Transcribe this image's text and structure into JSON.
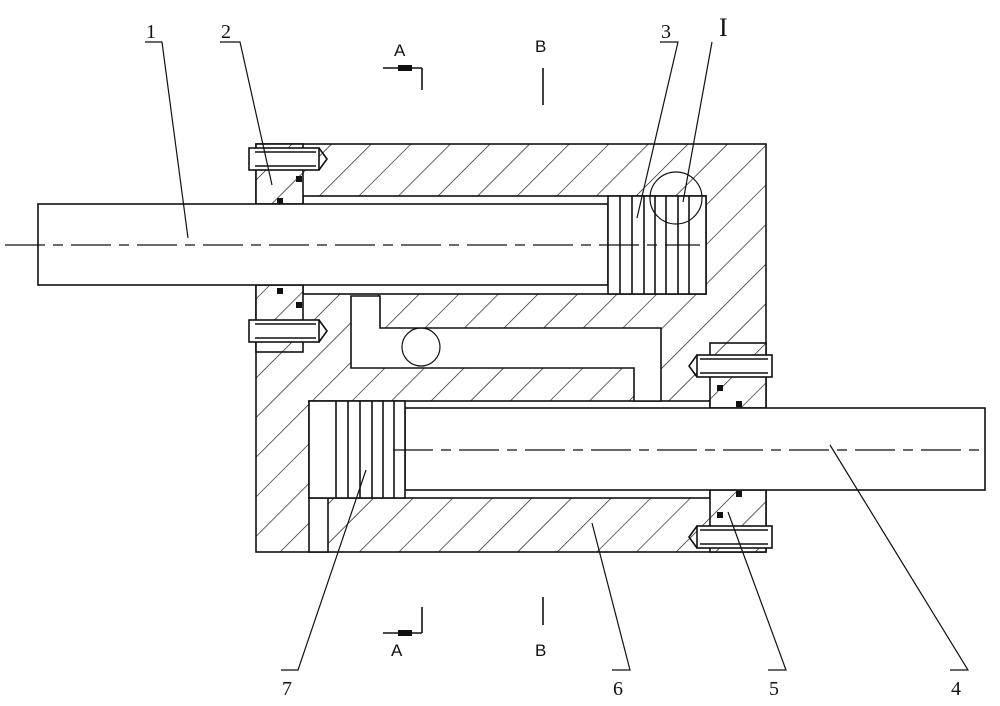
{
  "drawing": {
    "part_labels": {
      "p1": "1",
      "p2": "2",
      "p3": "3",
      "p4": "4",
      "p5": "5",
      "p6": "6",
      "p7": "7"
    },
    "detail_label": "I",
    "section_labels": {
      "a_top": "A",
      "a_bottom": "A",
      "b_top": "B",
      "b_bottom": "B"
    }
  }
}
